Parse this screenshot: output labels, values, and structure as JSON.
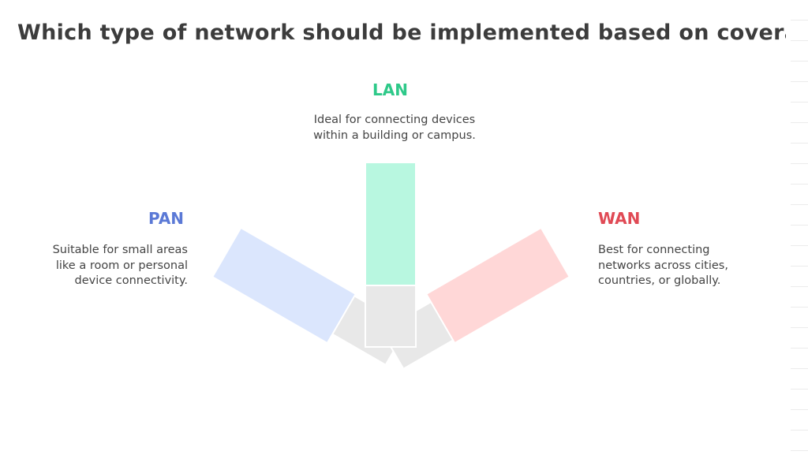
{
  "title": "Which type of network should be implemented based on coverage ar",
  "options": [
    {
      "label": "PAN",
      "color": "#5b79d6",
      "fill": "#dbe6fd",
      "desc": [
        "Suitable for small areas",
        "like a room or personal",
        "device connectivity."
      ]
    },
    {
      "label": "LAN",
      "color": "#2ec989",
      "fill": "#b8f7e0",
      "desc": [
        "Ideal for connecting devices",
        "within a building or campus."
      ]
    },
    {
      "label": "WAN",
      "color": "#e04a55",
      "fill": "#ffd7d7",
      "desc": [
        "Best for connecting",
        "networks across cities,",
        "countries, or globally."
      ]
    }
  ],
  "colors": {
    "base": "#e8e8e8",
    "outline": "#ffffff"
  }
}
